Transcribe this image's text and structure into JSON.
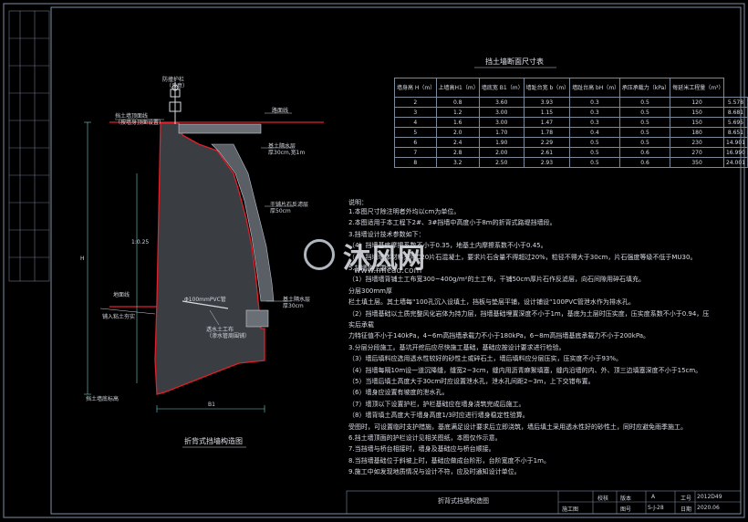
{
  "table": {
    "title": "挡土墙断面尺寸表",
    "headers": [
      "墙身高 H（m）",
      "上墙高H1（m）",
      "墙底宽 B1（m）",
      "墙趾台宽 b（m）",
      "墙趾台高 bH（m）",
      "承压承载力（kPa）",
      "每延米工程量（m³）"
    ],
    "rows": [
      [
        "2",
        "0.8",
        "3.60",
        "3.93",
        "0.3",
        "0.5",
        "120",
        "5.578"
      ],
      [
        "3",
        "1.2",
        "3.00",
        "1.15",
        "0.3",
        "0.5",
        "150",
        "8.681"
      ],
      [
        "4",
        "1.6",
        "3.00",
        "1.47",
        "0.3",
        "0.5",
        "150",
        "5.695"
      ],
      [
        "5",
        "2.0",
        "1.70",
        "1.78",
        "0.4",
        "0.5",
        "180",
        "8.651"
      ],
      [
        "6",
        "2.4",
        "1.90",
        "2.29",
        "0.5",
        "0.5",
        "230",
        "14.901"
      ],
      [
        "7",
        "2.8",
        "2.00",
        "2.61",
        "0.5",
        "0.6",
        "270",
        "16.990"
      ],
      [
        "8",
        "3.2",
        "2.50",
        "2.93",
        "0.5",
        "0.6",
        "350",
        "24.001"
      ]
    ]
  },
  "section": {
    "title": "折背式挡墙构造图",
    "labels": {
      "railing": "防撞护栏",
      "railing_note": "（示意）",
      "top_line": "挡土墙顶面线",
      "top_line_note": "（按墙身顶面设置）",
      "pavement": "路面线",
      "base_course": "基土隔水层",
      "base_thick": "厚30cm,宽1m",
      "gravel": "干铺片石反滤层",
      "gravel_thick": "厚50cm",
      "ground": "地面线",
      "drain_layer": "铺入粘土夯实",
      "pipe": "Φ100mmPVC管",
      "filter": "透水土工布",
      "filter_note": "（渗水管周围铺）",
      "foot_seal": "基土隔水层",
      "foot_thick": "厚30cm",
      "bottom": "挡土墙底标高",
      "slope": "1:0.25",
      "dim_b1": "B1",
      "dim_h": "H"
    }
  },
  "notes": {
    "heading": "说明：",
    "lines": [
      "1.本图尺寸除注明者外均以cm为单位。",
      "2.本图适用于本工程下2#、3#挡墙中高度小于8m的折背式路堤挡墙段。",
      "3.挡墙设计技术参数如下：",
      "（4）挡墙基底摩擦系数不小于0.35，地基土内摩擦系数不小于0.45。",
      "（4）挡墙墙体材料采用C20片石混凝土，要求片石含量不得超过20%，粒径不得大于30cm，片石强度等级不低于MU30。",
      "5.挡墙施工要求：",
      "（1）挡墙墙背铺土工布宽300~400g/m²的土工布，干铺50cm厚片石作反滤层，向石间隙用碎石填充。",
      "分层300mm厚",
      "栏土填土层。其土墙每“100孔沉入设填土，挡板与垫层平铺，设计铺设“100PVC管泄水作为排水孔。",
      "（2）挡墙基础以土质完整风化岩体为持力层，挡墙基础埋置深度不小于1m，基底为土层时压实度，压实度系数不小于0.94，压",
      "实后承载",
      "力特征值不小于140kPa，4~6m高挡墙承载力不小于180kPa，6~8m高挡墙基底承载力不小于200kPa。",
      "3.分层分段施工。基坑开挖后应尽快施工基础，基础应按设计要求进行检验。",
      "（3）墙后填料应选用透水性较好的砂性土或碎石土，墙后填料应分层压实，压实度不小于93%。",
      "（4）挡墙每隔10m设一道沉降缝，缝宽2~3cm，缝内用沥青麻絮填塞，缝内沿墙的内、外、顶三边填塞深度不小于15cm。",
      "（5）当墙后填土高度大于30cm时应设置泄水孔，泄水孔间距2~3m，上下交错布置。",
      "（6）墙身应设置有坡度的泄水孔。",
      "（7）墙顶以下设置护栏，护栏基础应在墙身浇筑完成后施工。",
      "（8）墙背填土高度大于墙身高度1/3时应进行墙身稳定性验算。",
      "受图时，可设置临时支护措施，基底满足设计要求后立即浇筑，墙后填土采用透水性好的砂性土，同时应避免雨季施工。",
      "6.挡土墙顶面的护栏设计见相关图纸，本图仅作示意。",
      "7.当挡墙与桥台相接时，墙身及基础应与桥台顺接。",
      "8.当挡墙基础位于斜坡上时，基础应做成台阶形，台阶宽度不小于1m。",
      "9.施工中如发现地质情况与设计不符，应及时通知设计单位。"
    ]
  },
  "title_block": {
    "drawing_name": "折背式挡墙构造图",
    "fields": [
      {
        "label": "工号",
        "value": "2012D49"
      },
      {
        "label": "日期",
        "value": "2020.06"
      },
      {
        "label": "图号",
        "value": "S-J-28"
      },
      {
        "label": "版本",
        "value": "A"
      },
      {
        "label": "校核",
        "value": ""
      },
      {
        "label": "施工图",
        "value": ""
      }
    ]
  },
  "watermark": {
    "cn": "沐风网",
    "en": "www.mfcad.com"
  },
  "colors": {
    "frame": "#7b8ea3",
    "wall_outline": "#e0202a",
    "dim": "#6fd0d0",
    "text": "#d8dde6",
    "grid": "#7a8a9c"
  }
}
